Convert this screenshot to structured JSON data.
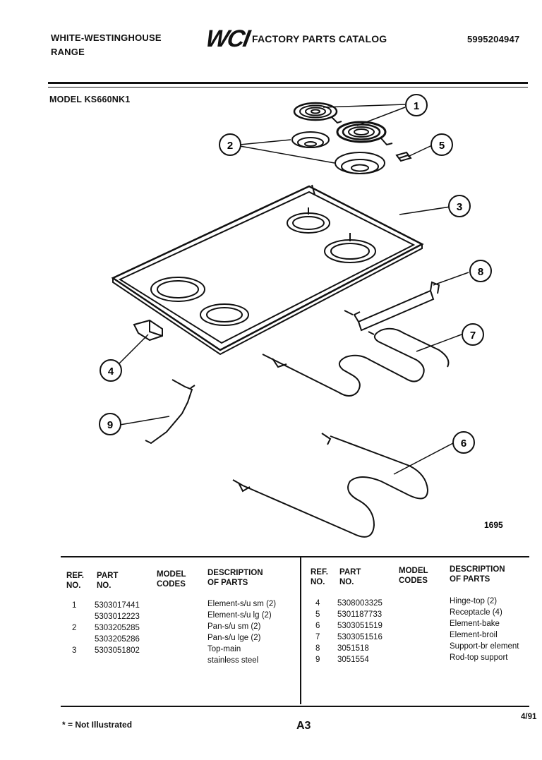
{
  "header": {
    "brand_line1": "WHITE-WESTINGHOUSE",
    "brand_line2": "RANGE",
    "logo_text": "WCI",
    "catalog_title": "FACTORY PARTS CATALOG",
    "catalog_number": "5995204947",
    "model": "MODEL KS660NK1"
  },
  "diagram": {
    "callouts": [
      "1",
      "2",
      "3",
      "4",
      "5",
      "6",
      "7",
      "8",
      "9"
    ],
    "figure_number": "1695"
  },
  "table": {
    "headers": {
      "ref_no": [
        "REF.",
        "NO."
      ],
      "part_no": [
        "PART",
        "NO."
      ],
      "model_codes": [
        "MODEL",
        "CODES"
      ],
      "description": [
        "DESCRIPTION",
        "OF PARTS"
      ]
    },
    "left": {
      "refs": [
        "1",
        "",
        "2",
        "",
        "3",
        ""
      ],
      "parts": [
        "5303017441",
        "5303012223",
        "5303205285",
        "5303205286",
        "5303051802",
        ""
      ],
      "descriptions": [
        "Element-s/u sm (2)",
        "Element-s/u lg (2)",
        "Pan-s/u sm (2)",
        "Pan-s/u lge (2)",
        "Top-main",
        "stainless steel"
      ]
    },
    "right": {
      "refs": [
        "4",
        "5",
        "6",
        "7",
        "8",
        "9"
      ],
      "parts": [
        "5308003325",
        "5301187733",
        "5303051519",
        "5303051516",
        "3051518",
        "3051554"
      ],
      "descriptions": [
        "Hinge-top (2)",
        "Receptacle (4)",
        "Element-bake",
        "Element-broil",
        "Support-br element",
        "Rod-top support"
      ]
    }
  },
  "footer": {
    "note": "* = Not Illustrated",
    "page": "A3",
    "date": "4/91"
  }
}
